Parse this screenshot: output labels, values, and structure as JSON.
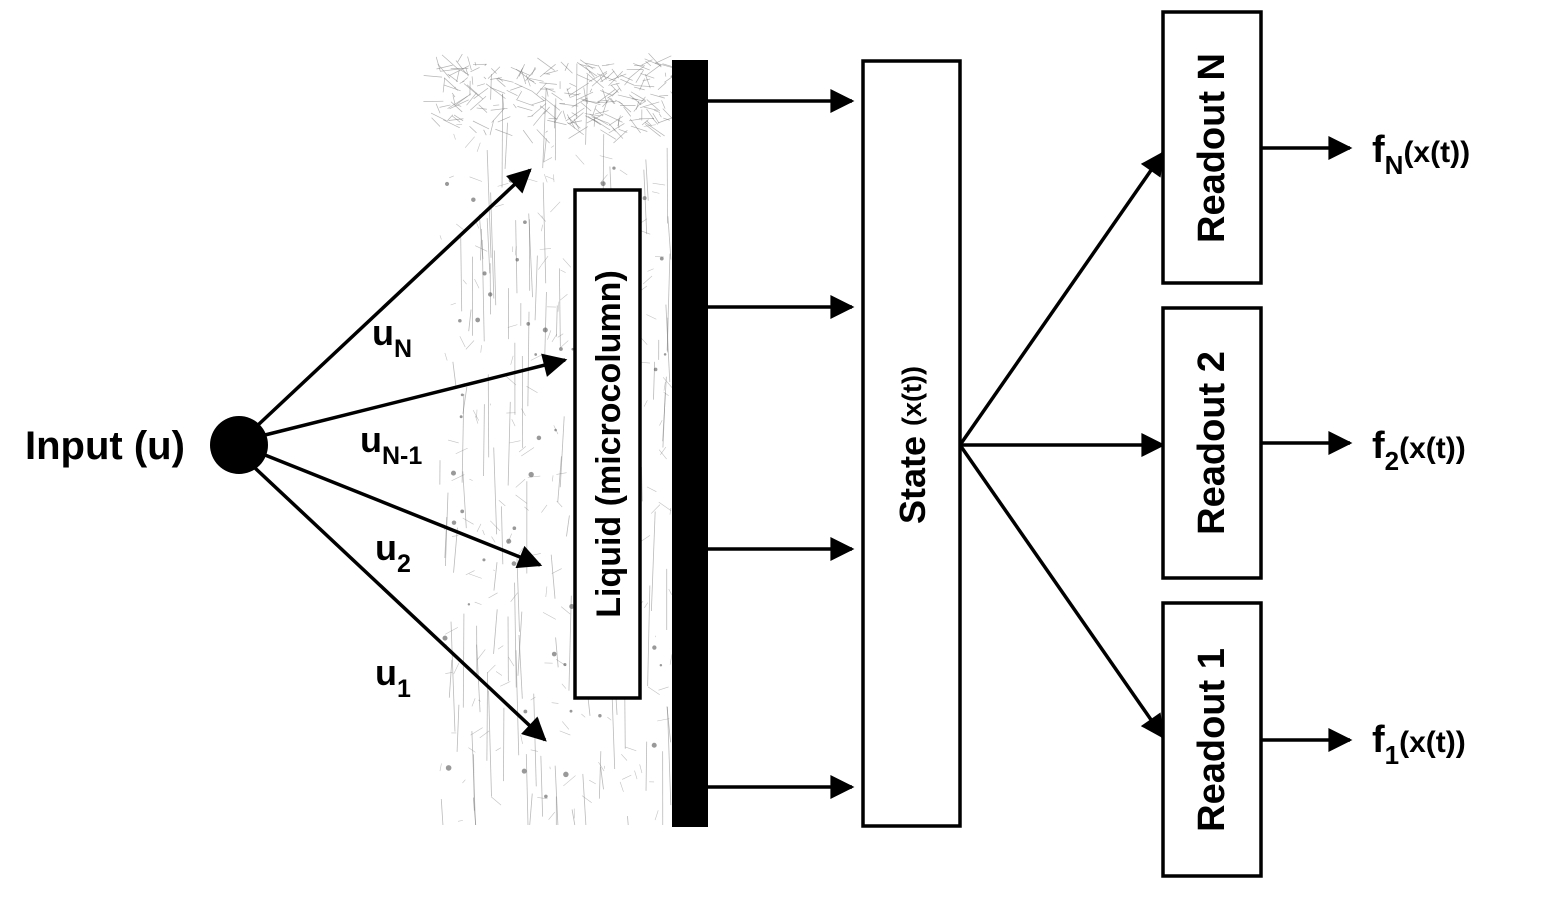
{
  "input": {
    "label": "Input (u)"
  },
  "inputs": [
    {
      "base": "u",
      "sub": "N"
    },
    {
      "base": "u",
      "sub": "N-1"
    },
    {
      "base": "u",
      "sub": "2"
    },
    {
      "base": "u",
      "sub": "1"
    }
  ],
  "liquid": {
    "label": "Liquid (microcolumn)"
  },
  "state": {
    "label_main": "State ",
    "label_arg": "(x(t))"
  },
  "readouts": [
    {
      "label": "Readout N"
    },
    {
      "label": "Readout 2"
    },
    {
      "label": "Readout 1"
    }
  ],
  "outputs": [
    {
      "base": "f",
      "sub": "N",
      "arg": "(x(t))"
    },
    {
      "base": "f",
      "sub": "2",
      "arg": "(x(t))"
    },
    {
      "base": "f",
      "sub": "1",
      "arg": "(x(t))"
    }
  ],
  "colors": {
    "ink": "#000000",
    "background": "#ffffff",
    "neuron_texture": "#777777"
  }
}
